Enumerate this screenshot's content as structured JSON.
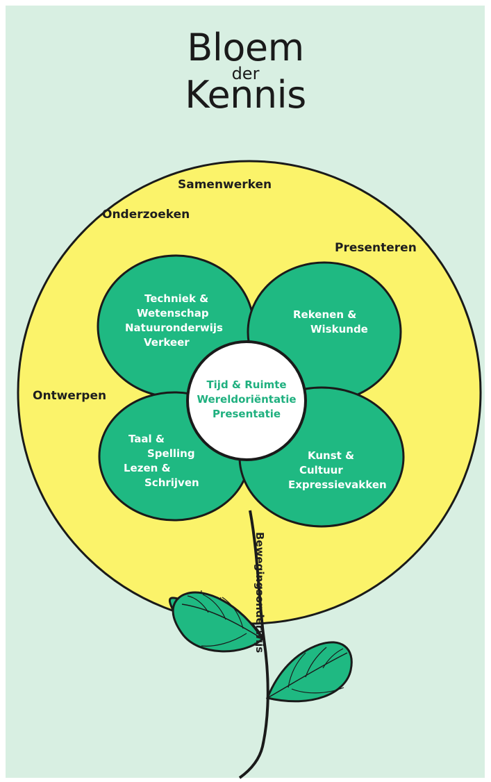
{
  "title": {
    "line1": "Bloem",
    "line2": "der",
    "line3": "Kennis"
  },
  "skills": {
    "samenwerken": "Samenwerken",
    "onderzoeken": "Onderzoeken",
    "presenteren": "Presenteren",
    "ontwerpen": "Ontwerpen"
  },
  "petals": {
    "top_left": [
      "Techniek &",
      "Wetenschap",
      "Natuuronderwijs",
      "Verkeer"
    ],
    "top_right": [
      "Rekenen &",
      "Wiskunde"
    ],
    "bottom_left": [
      "Taal &",
      "Spelling",
      "Lezen &",
      "Schrijven"
    ],
    "bottom_right": [
      "Kunst &",
      "Cultuur",
      "Expressievakken"
    ]
  },
  "center": [
    "Tijd & Ruimte",
    "Wereldoriëntatie",
    "Presentatie"
  ],
  "stem_label": "Bewegingsonderwijs",
  "colors": {
    "background": "#d8efe2",
    "circle": "#fbf36a",
    "petal": "#1fb982",
    "center": "#ffffff",
    "center_text": "#1fb07f",
    "outline": "#1a1a1a"
  }
}
